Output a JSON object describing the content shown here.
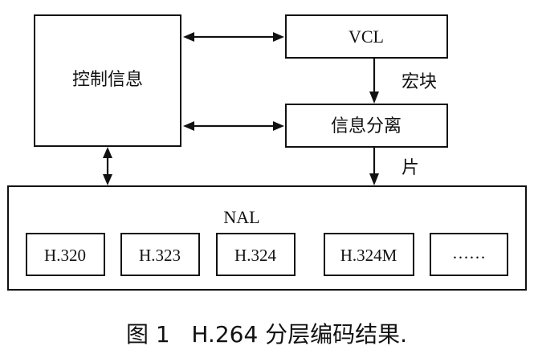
{
  "nodes": {
    "control": "控制信息",
    "vcl": "VCL",
    "separation": "信息分离",
    "nal": "NAL"
  },
  "edges": {
    "macroblock": "宏块",
    "slice": "片"
  },
  "protocols": [
    "H.320",
    "H.323",
    "H.324",
    "H.324M",
    "……"
  ],
  "caption": "图 1   H.264 分层编码结果."
}
